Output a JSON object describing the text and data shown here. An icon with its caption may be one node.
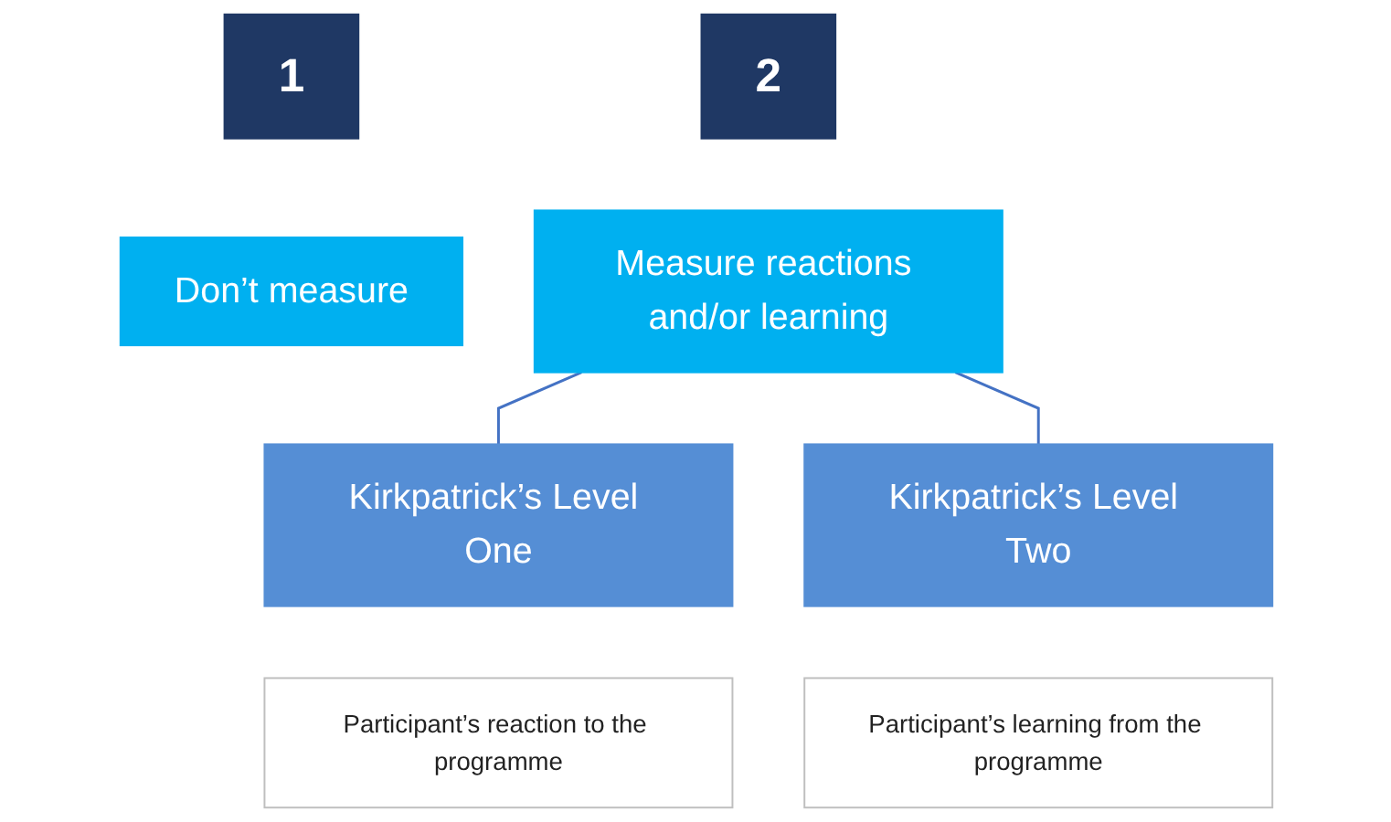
{
  "diagram": {
    "nodes": [
      {
        "text": [
          "1"
        ]
      },
      {
        "text": [
          "Don’t measure"
        ]
      },
      {
        "text": [
          "2"
        ]
      },
      {
        "text": [
          "Measure reactions and/or learning"
        ]
      },
      {
        "text": [
          "Kirkpatrick’s Level One"
        ]
      },
      {
        "text": [
          "Kirkpatrick’s Level Two"
        ]
      },
      {
        "text": [
          "Participant’s reaction to the programme"
        ]
      },
      {
        "text": [
          "Participant’s learning from the programme"
        ]
      }
    ],
    "edges": [
      {
        "from": 3,
        "to": 4,
        "arrow": "none"
      },
      {
        "from": 3,
        "to": 5,
        "arrow": "none"
      }
    ]
  }
}
